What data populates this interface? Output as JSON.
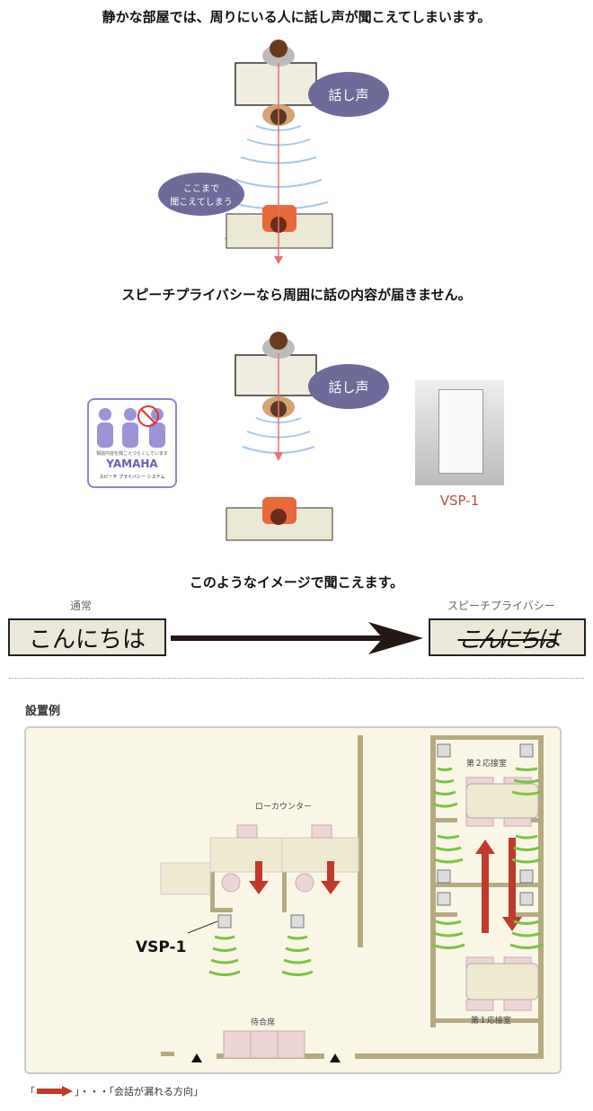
{
  "section1": {
    "title": "静かな部屋では、周りにいる人に話し声が聞こえてしまいます。",
    "bubble_voice": "話し声",
    "bubble_leak": "ここまで\n聞こえてしまう"
  },
  "section2": {
    "title": "スピーチプライバシーなら周囲に話の内容が届きません。",
    "bubble_voice": "話し声",
    "logo": {
      "caption": "相談内容を聞こえづらくしています",
      "brand": "YAMAHA",
      "system": "スピーチ プライバシー システム"
    },
    "product_label": "VSP-1"
  },
  "section3": {
    "title": "このようなイメージで聞こえます。",
    "normal_label": "通常",
    "privacy_label": "スピーチプライバシー",
    "normal_text": "こんにちは",
    "privacy_text": "こんにちは"
  },
  "example": {
    "heading": "設置例",
    "low_counter": "ローカウンター",
    "room2": "第２応接室",
    "room1": "第１応接室",
    "waiting": "待合席",
    "device_label": "VSP-1"
  },
  "legend": {
    "open": "「",
    "text": "」・・・「会話が漏れる方向」"
  },
  "colors": {
    "bubble": "#6e6a9a",
    "red": "#c0392b",
    "wall": "#b5aa80",
    "wave": "#7cc242"
  }
}
